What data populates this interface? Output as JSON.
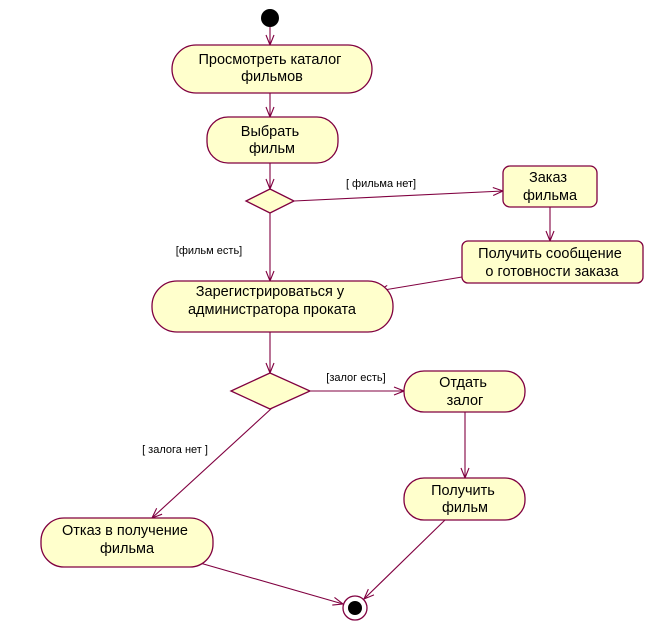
{
  "diagram": {
    "nodes": {
      "browse_catalog": {
        "lines": [
          "Просмотреть каталог",
          "фильмов"
        ]
      },
      "select_film": {
        "lines": [
          "Выбрать",
          "фильм"
        ]
      },
      "order_film": {
        "lines": [
          "Заказ",
          "фильма"
        ]
      },
      "order_ready_message": {
        "lines": [
          "Получить сообщение",
          "о готовности заказа"
        ]
      },
      "register": {
        "lines": [
          "Зарегистрироваться у",
          "администратора проката"
        ]
      },
      "pay_deposit": {
        "lines": [
          "Отдать",
          "залог"
        ]
      },
      "receive_film": {
        "lines": [
          "Получить",
          "фильм"
        ]
      },
      "refusal": {
        "lines": [
          "Отказ в получение",
          "фильма"
        ]
      }
    },
    "guards": {
      "no_film": "[ фильма нет]",
      "film_available": "[фильм есть]",
      "deposit_given": "[залог есть]",
      "no_deposit": "[ залога нет ]"
    }
  },
  "colors": {
    "activity_fill": "#ffffcc",
    "stroke": "#800040",
    "text": "#000000",
    "initial_fill": "#000000",
    "final_inner": "#000000"
  }
}
